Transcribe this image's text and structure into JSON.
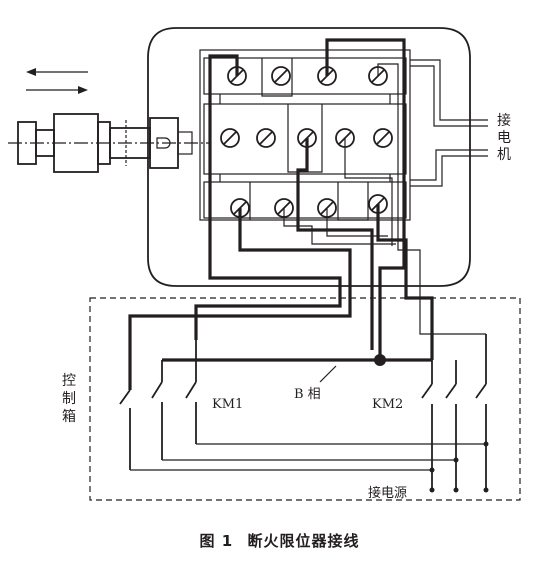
{
  "labels": {
    "motor": [
      "接",
      "电",
      "机"
    ],
    "control_box": [
      "控",
      "制",
      "箱"
    ],
    "km1": "KM1",
    "km2": "KM2",
    "b_phase": "B 相",
    "power": "接电源"
  },
  "caption": {
    "figure": "图 1",
    "title": "断火限位器接线"
  }
}
